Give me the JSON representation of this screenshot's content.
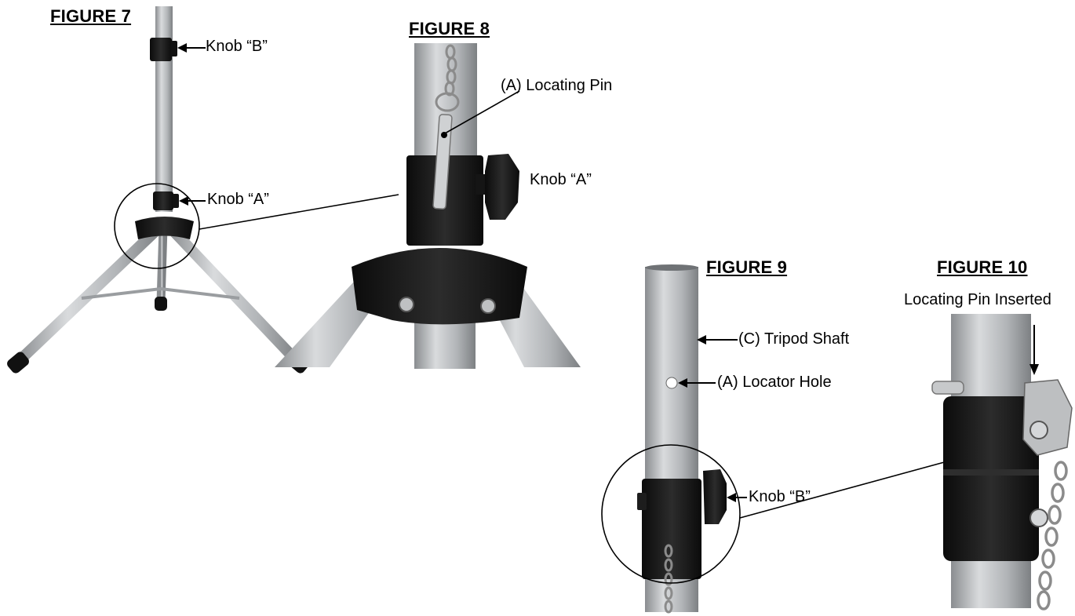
{
  "figures": {
    "fig7": {
      "title": "FIGURE 7",
      "labels": {
        "knob_b": "Knob “B”",
        "knob_a": "Knob “A”"
      }
    },
    "fig8": {
      "title": "FIGURE 8",
      "labels": {
        "locating_pin": "(A) Locating Pin",
        "knob_a": "Knob “A”"
      }
    },
    "fig9": {
      "title": "FIGURE 9",
      "labels": {
        "tripod_shaft": "(C) Tripod Shaft",
        "locator_hole": "(A) Locator Hole",
        "knob_b": "Knob “B”"
      }
    },
    "fig10": {
      "title": "FIGURE 10",
      "labels": {
        "pin_inserted": "Locating Pin Inserted"
      }
    }
  },
  "colors": {
    "aluminum": "#b8bbbe",
    "aluminum_dark": "#8e9194",
    "plastic": "#1a1a1a",
    "chain": "#9a9a9a"
  }
}
